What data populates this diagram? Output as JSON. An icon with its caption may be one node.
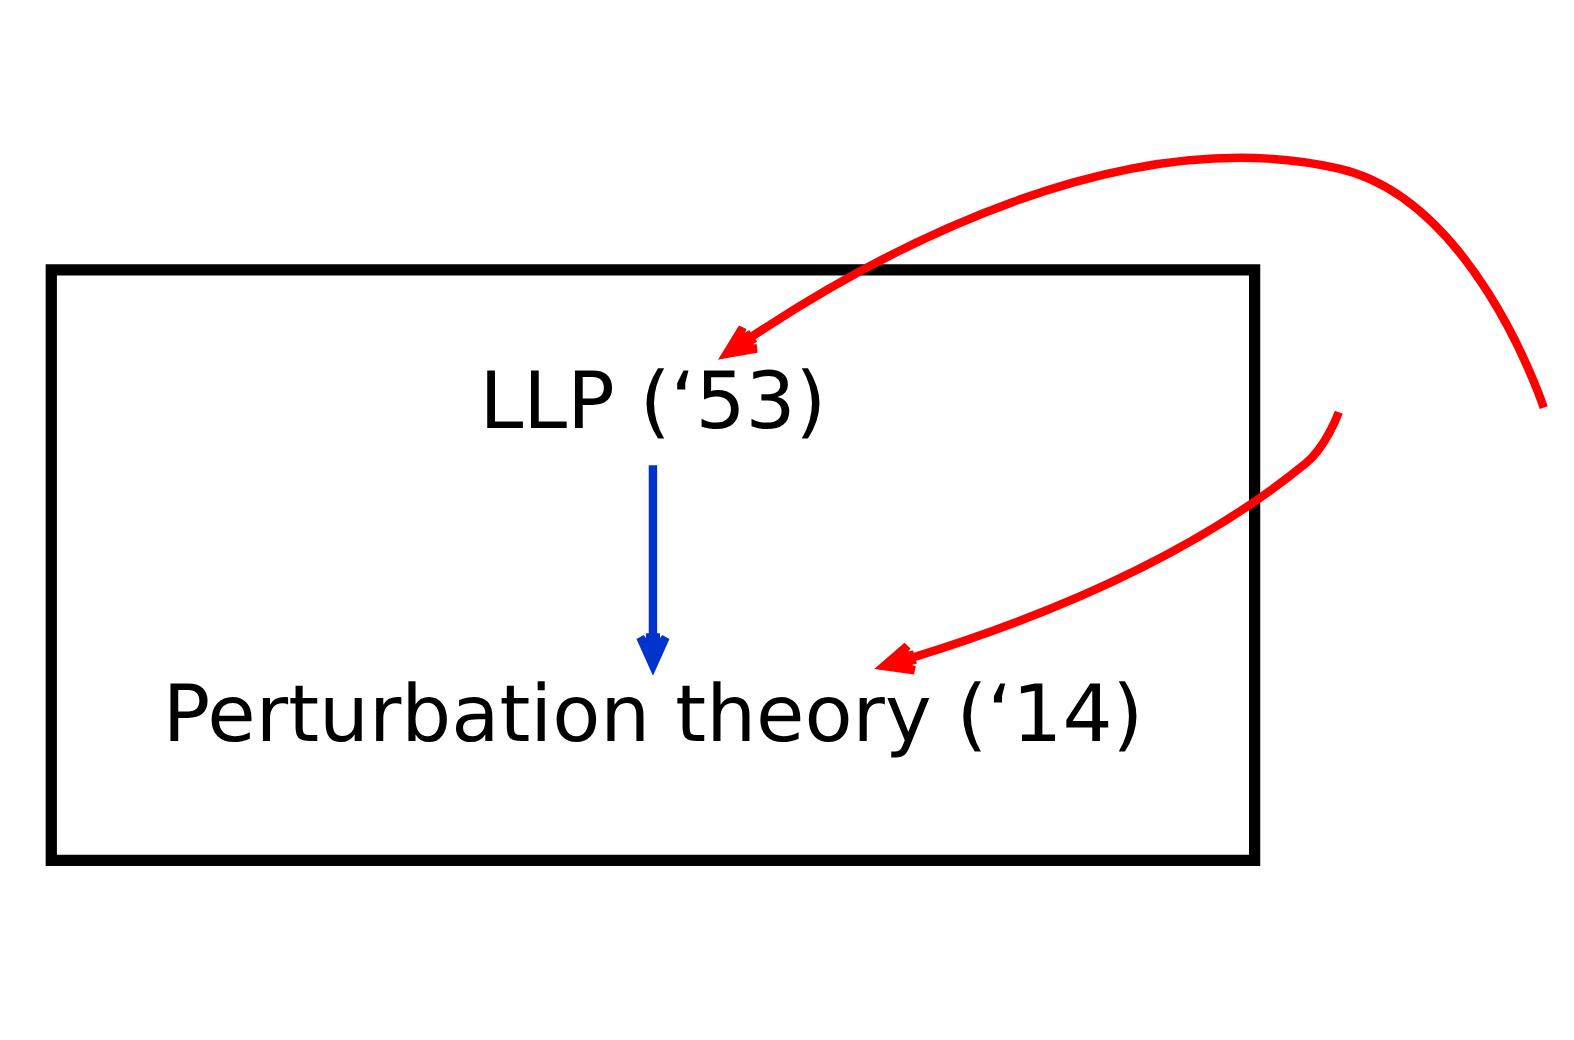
{
  "diagram": {
    "nodes": [
      {
        "text": [],
        "shape": "box"
      },
      {
        "text": [
          "LLP (‘53)"
        ],
        "in": 0
      },
      {
        "text": [
          "Perturbation theory (‘14)"
        ],
        "in": 0
      }
    ],
    "edges": [
      {
        "from": null,
        "to": 1,
        "arrow": "to",
        "color": "#ff0000"
      },
      {
        "from": 1,
        "to": 2,
        "arrow": "to",
        "color": "#0033cc"
      },
      {
        "from": null,
        "to": 2,
        "arrow": "to",
        "color": "#ff0000"
      }
    ]
  }
}
